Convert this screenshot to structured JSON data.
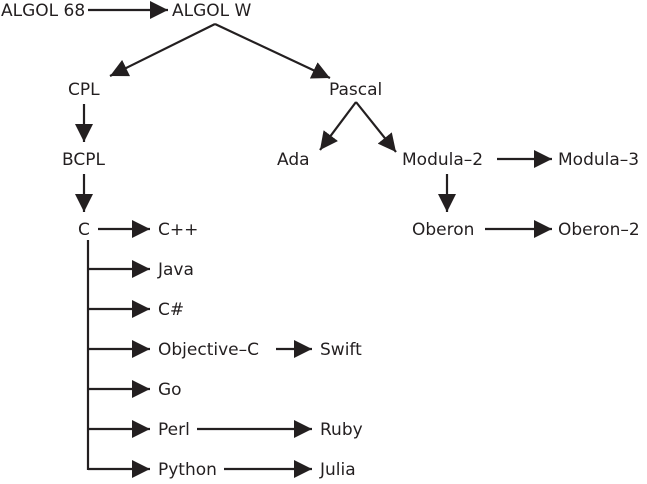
{
  "nodes": {
    "algol68": "ALGOL 68",
    "algolw": "ALGOL W",
    "cpl": "CPL",
    "pascal": "Pascal",
    "bcpl": "BCPL",
    "ada": "Ada",
    "modula2": "Modula–2",
    "modula3": "Modula–3",
    "c": "C",
    "cpp": "C++",
    "oberon": "Oberon",
    "oberon2": "Oberon–2",
    "java": "Java",
    "csharp": "C#",
    "objc": "Objective–C",
    "swift": "Swift",
    "go": "Go",
    "perl": "Perl",
    "ruby": "Ruby",
    "python": "Python",
    "julia": "Julia"
  },
  "edges": [
    [
      "algol68",
      "algolw"
    ],
    [
      "algolw",
      "cpl"
    ],
    [
      "algolw",
      "pascal"
    ],
    [
      "cpl",
      "bcpl"
    ],
    [
      "bcpl",
      "c"
    ],
    [
      "pascal",
      "ada"
    ],
    [
      "pascal",
      "modula2"
    ],
    [
      "modula2",
      "modula3"
    ],
    [
      "modula2",
      "oberon"
    ],
    [
      "oberon",
      "oberon2"
    ],
    [
      "c",
      "cpp"
    ],
    [
      "c",
      "java"
    ],
    [
      "c",
      "csharp"
    ],
    [
      "c",
      "objc"
    ],
    [
      "objc",
      "swift"
    ],
    [
      "c",
      "go"
    ],
    [
      "c",
      "perl"
    ],
    [
      "perl",
      "ruby"
    ],
    [
      "c",
      "python"
    ],
    [
      "python",
      "julia"
    ]
  ],
  "colors": {
    "ink": "#231f20",
    "background": "#ffffff"
  }
}
